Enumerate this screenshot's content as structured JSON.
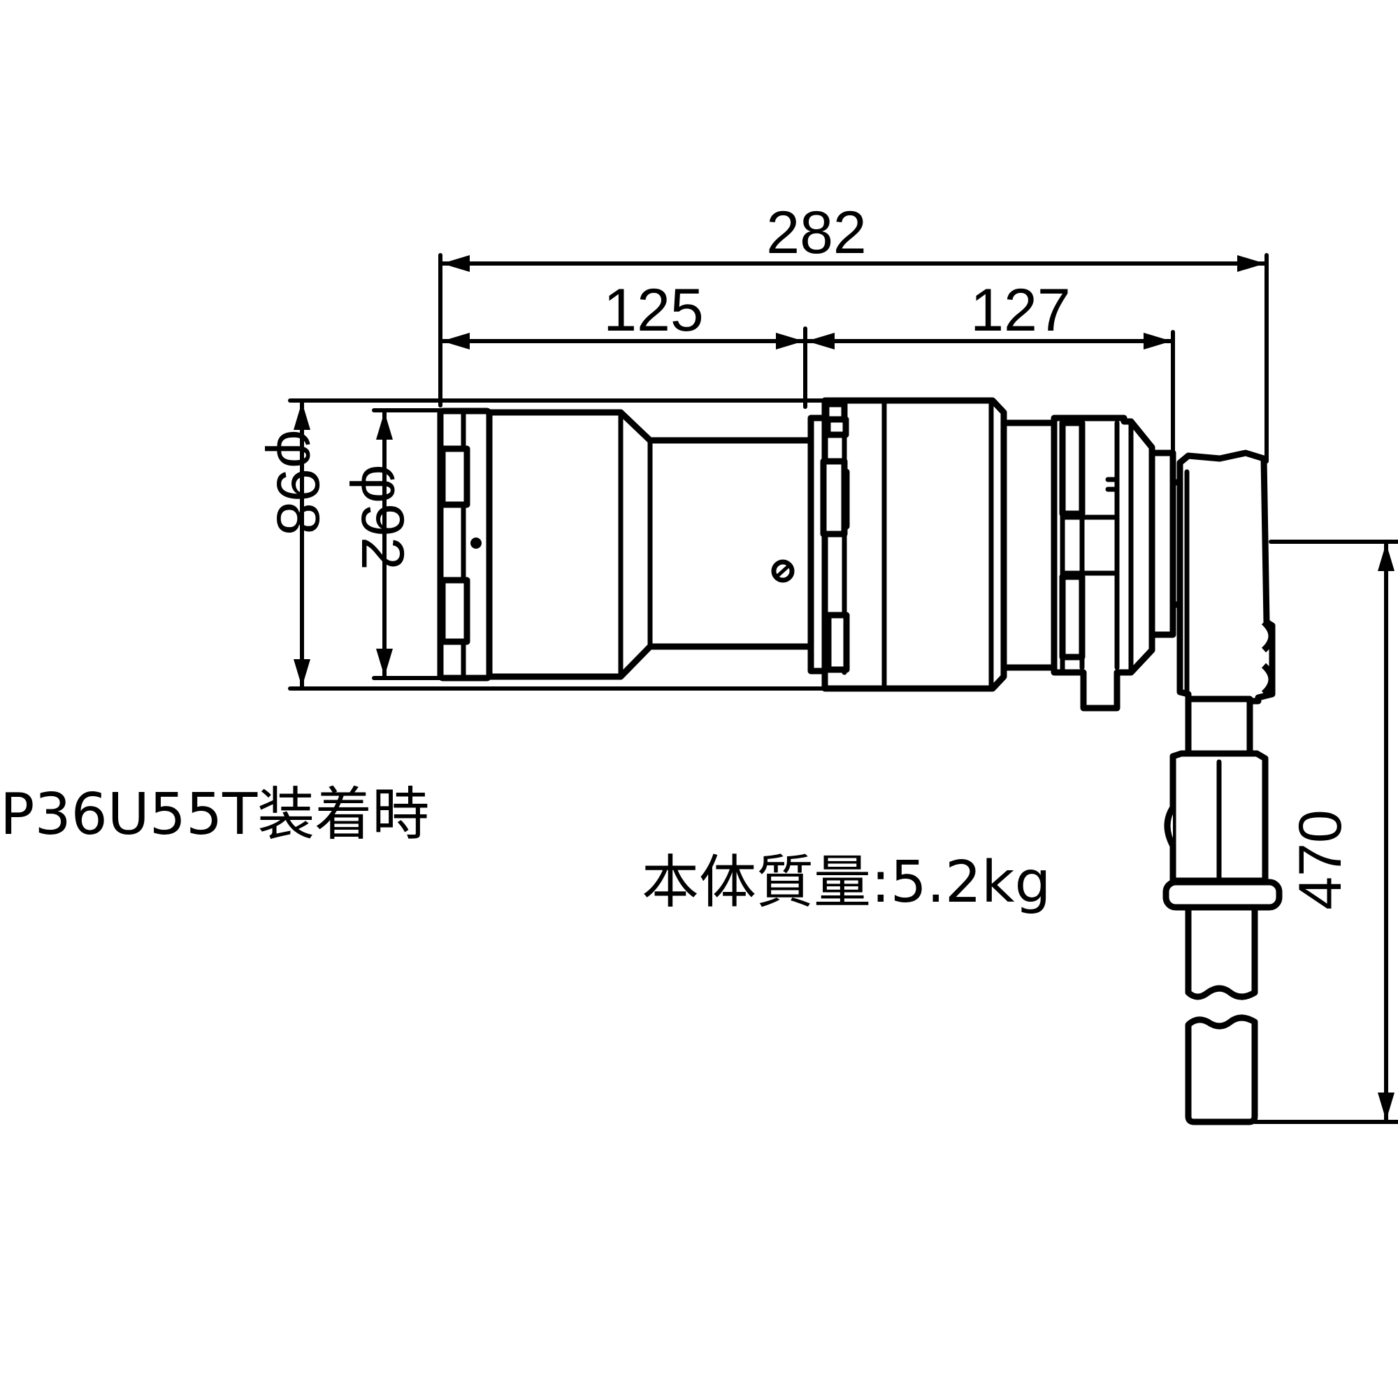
{
  "dimensions": {
    "overall_length": "282",
    "front_length": "125",
    "rear_length": "127",
    "outer_diameter": "φ98",
    "inner_diameter": "φ92",
    "handle_height": "470"
  },
  "notes": {
    "model_mounted": "P36U55T装着時",
    "body_mass": "本体質量:5.2kg"
  }
}
